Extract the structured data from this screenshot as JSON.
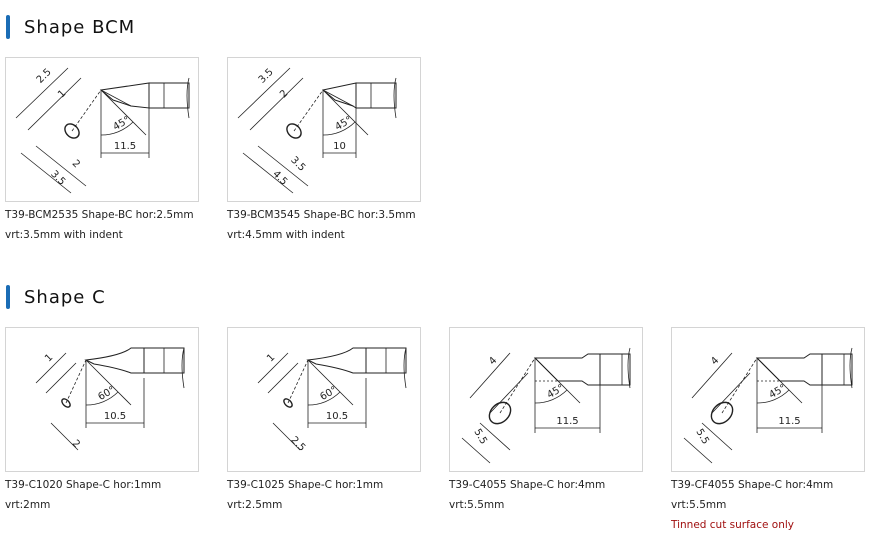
{
  "sections": [
    {
      "title": "Shape BCM",
      "items": [
        {
          "kind": "bcm",
          "labels": [
            "2.5",
            "1",
            "2",
            "3.5"
          ],
          "angle": "45°",
          "length": "11.5",
          "caption": [
            "T39-BCM2535 Shape-BC hor:2.5mm",
            "vrt:3.5mm with indent"
          ]
        },
        {
          "kind": "bcm",
          "labels": [
            "3.5",
            "2",
            "3.5",
            "4.5"
          ],
          "angle": "45°",
          "length": "10",
          "caption": [
            "T39-BCM3545 Shape-BC hor:3.5mm",
            "vrt:4.5mm with indent"
          ]
        }
      ]
    },
    {
      "title": "Shape C",
      "items": [
        {
          "kind": "c",
          "labels": [
            "1",
            "2"
          ],
          "angle": "60°",
          "length": "10.5",
          "caption": [
            "T39-C1020 Shape-C hor:1mm",
            "vrt:2mm"
          ]
        },
        {
          "kind": "c",
          "labels": [
            "1",
            "2.5"
          ],
          "angle": "60°",
          "length": "10.5",
          "caption": [
            "T39-C1025 Shape-C hor:1mm",
            "vrt:2.5mm"
          ]
        },
        {
          "kind": "cl",
          "labels": [
            "4",
            "5.5"
          ],
          "angle": "45°",
          "length": "11.5",
          "caption": [
            "T39-C4055 Shape-C hor:4mm",
            "vrt:5.5mm"
          ]
        },
        {
          "kind": "cl",
          "labels": [
            "4",
            "5.5"
          ],
          "angle": "45°",
          "length": "11.5",
          "caption": [
            "T39-CF4055 Shape-C hor:4mm",
            "vrt:5.5mm"
          ],
          "note": "Tinned cut surface only"
        }
      ]
    }
  ],
  "colors": {
    "accent": "#1a6cb5",
    "note": "#a01010"
  }
}
